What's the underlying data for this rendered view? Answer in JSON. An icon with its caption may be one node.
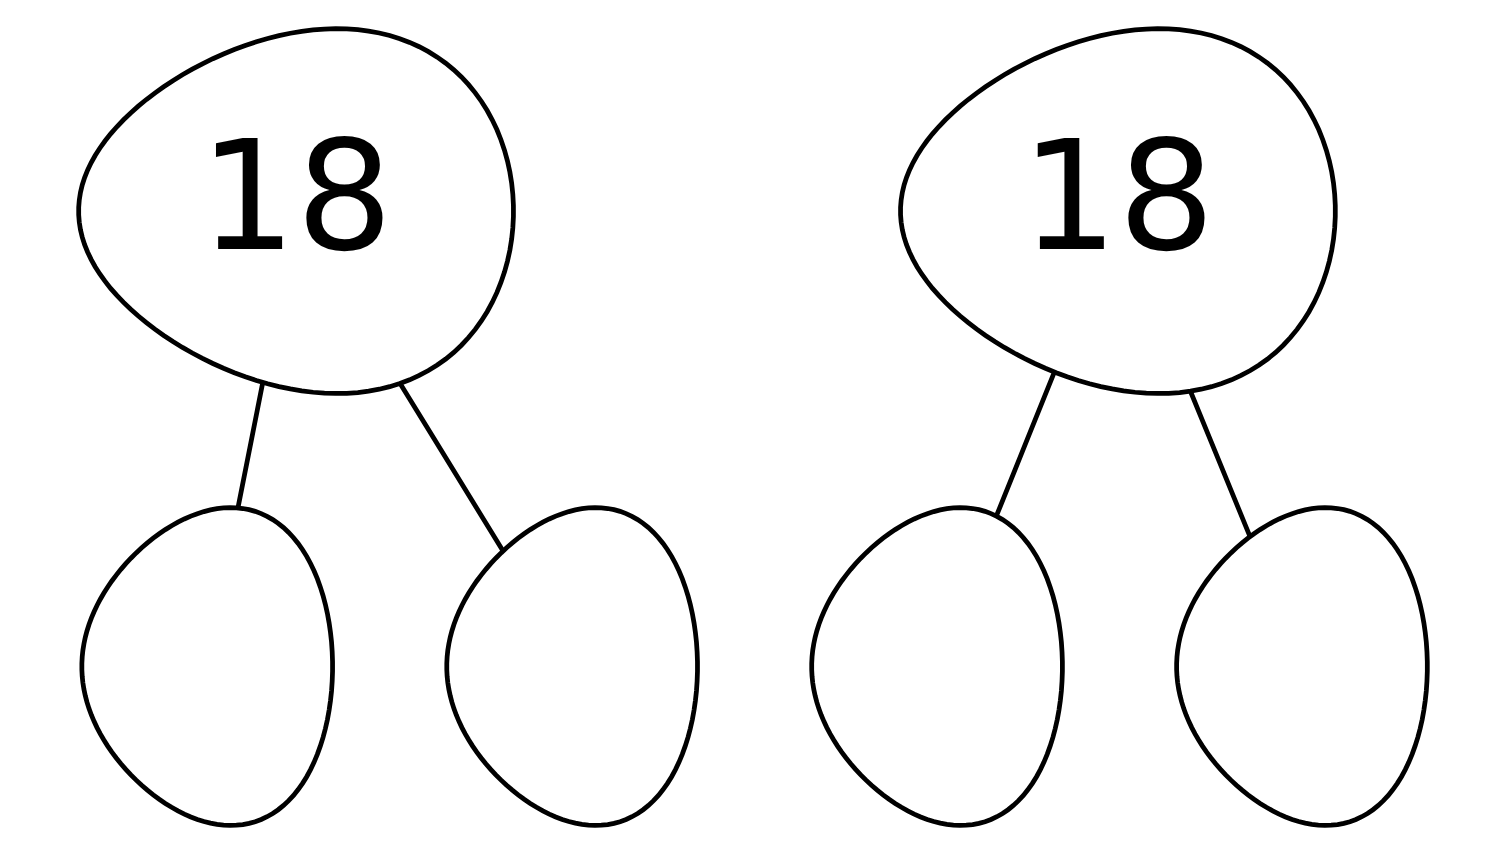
{
  "diagram": {
    "nodes": [
      {
        "text": [
          "18"
        ]
      },
      {
        "text": [],
        "shape": "dome"
      },
      {
        "text": [],
        "shape": "dome"
      },
      {
        "text": [
          "18"
        ]
      },
      {
        "text": [],
        "shape": "dome"
      },
      {
        "text": [],
        "shape": "dome"
      }
    ],
    "edges": [
      {
        "from": 0,
        "to": 1,
        "arrow": "none"
      },
      {
        "from": 0,
        "to": 2,
        "arrow": "none"
      },
      {
        "from": 3,
        "to": 4,
        "arrow": "none"
      },
      {
        "from": 3,
        "to": 5,
        "arrow": "none"
      }
    ]
  }
}
